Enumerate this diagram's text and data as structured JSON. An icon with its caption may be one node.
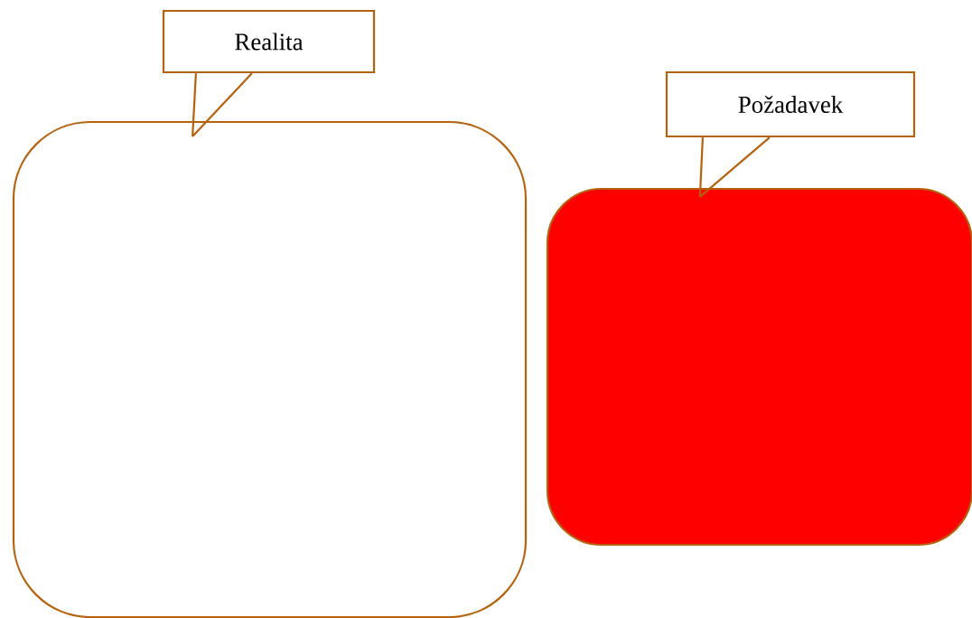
{
  "diagram": {
    "nodes": [
      {
        "text": [
          "Realita"
        ]
      },
      {
        "text": [],
        "shape": "box"
      },
      {
        "text": [
          "Požadavek"
        ]
      },
      {
        "text": [],
        "shape": "box"
      }
    ],
    "edges": [
      {
        "from": 0,
        "to": 1,
        "arrow": "none"
      },
      {
        "from": 2,
        "to": 3,
        "arrow": "none"
      }
    ]
  }
}
